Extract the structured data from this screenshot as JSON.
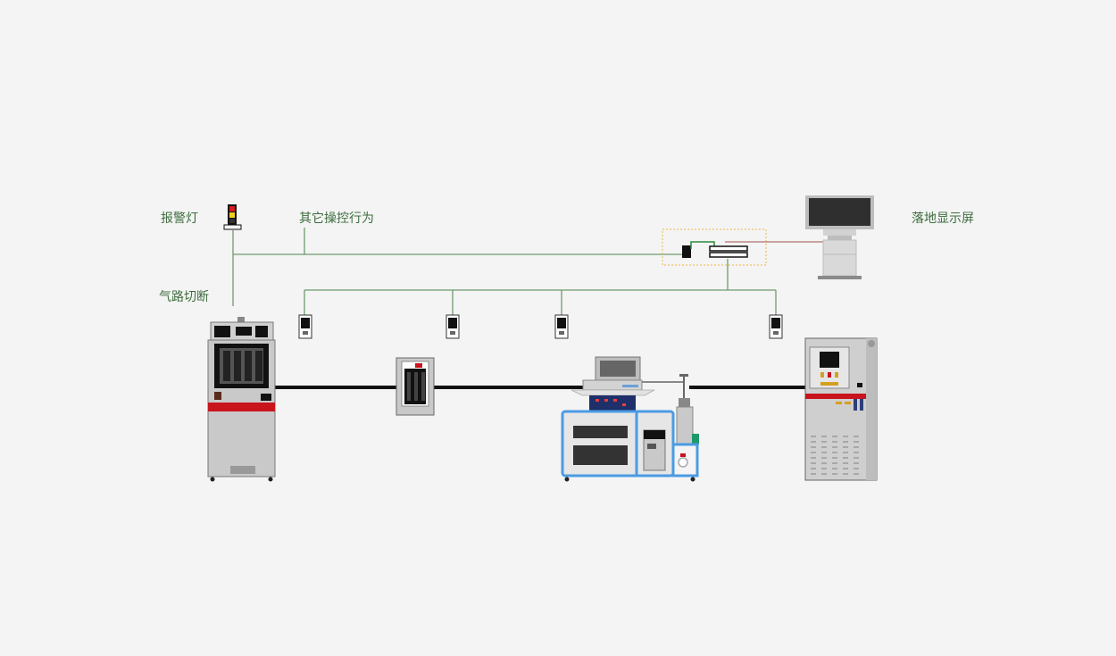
{
  "labels": {
    "alarm_light": "报警灯",
    "other_operations": "其它操控行为",
    "gas_cutoff": "气路切断",
    "floor_display": "落地显示屏"
  },
  "colors": {
    "background": "#f4f4f4",
    "label_text": "#3e6d3e",
    "signal_line": "#6e9a6e",
    "pipe_line": "#111111",
    "cabinet_body": "#c9c9c9",
    "cabinet_red_band": "#c8141c",
    "frame_blue": "#4a9be3",
    "display_link": "#b07070",
    "controller_box_border": "#f0b640"
  }
}
